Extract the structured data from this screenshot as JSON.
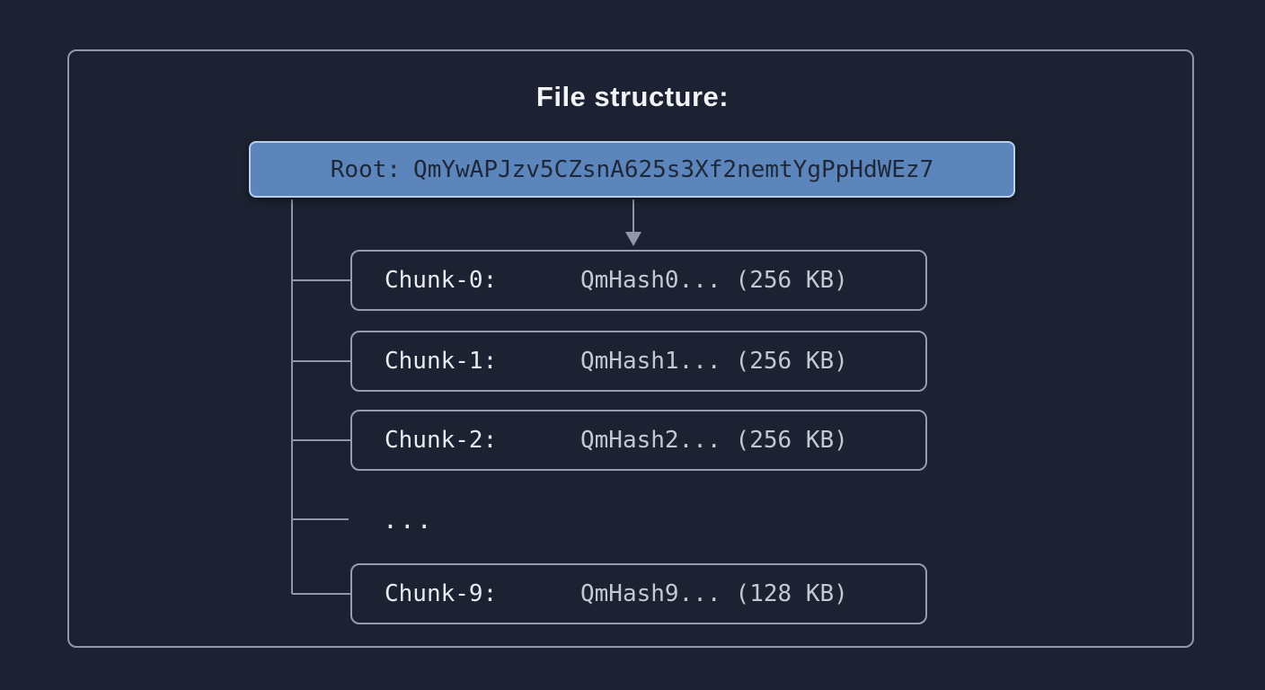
{
  "diagram": {
    "title": "File structure:",
    "root": {
      "label": "Root:",
      "hash": "QmYwAPJzv5CZsnA625s3Xf2nemtYgPpHdWEz7"
    },
    "chunks": [
      {
        "label": "Chunk-0:",
        "hash": "QmHash0...",
        "size": "(256 KB)"
      },
      {
        "label": "Chunk-1:",
        "hash": "QmHash1...",
        "size": "(256 KB)"
      },
      {
        "label": "Chunk-2:",
        "hash": "QmHash2...",
        "size": "(256 KB)"
      },
      {
        "label": "Chunk-9:",
        "hash": "QmHash9...",
        "size": "(128 KB)"
      }
    ],
    "ellipsis": "...",
    "colors": {
      "background": "#1c2231",
      "outer_border": "#8f97a8",
      "root_fill": "#5c85bc",
      "root_border": "#b9cfeb",
      "root_text": "#1e2839",
      "chunk_border": "#959dae",
      "chunk_label_text": "#e8eaef",
      "chunk_hash_text": "#c2c8d4",
      "connector": "#8f97a8",
      "title_text": "#f2f3f6"
    }
  }
}
